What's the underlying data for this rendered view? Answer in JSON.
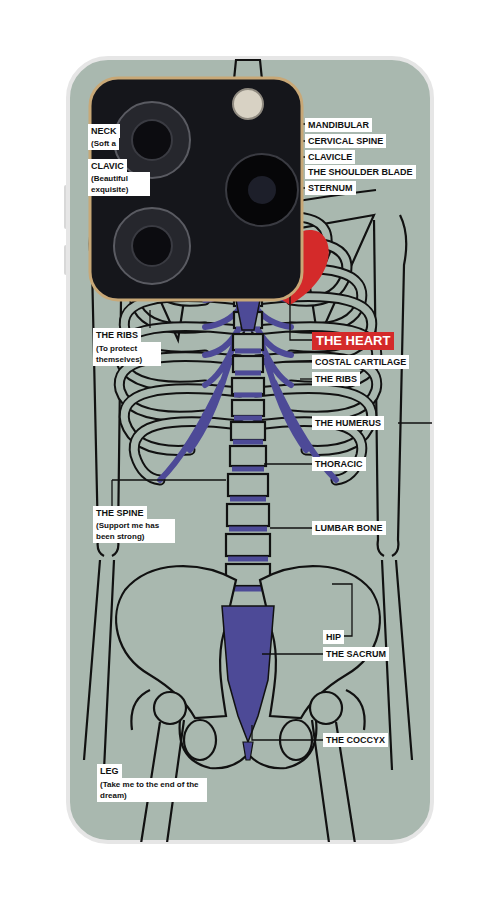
{
  "diagram": {
    "labels": [
      "NECK",
      "(Soft a",
      "MANDIBULAR",
      "CERVICAL SPINE",
      "CLAVIC",
      "(Beautiful exquisite)",
      "CLAVICLE",
      "THE SHOULDER BLADE",
      "STERNUM",
      "THE RIBS",
      "(To protect themselves)",
      "THE HEART",
      "COSTAL CARTILAGE",
      "THE RIBS",
      "THE HUMERUS",
      "THORACIC",
      "THE SPINE",
      "(Support me has been strong)",
      "LUMBAR BONE",
      "HIP",
      "THE SACRUM",
      "THE COCCYX",
      "LEG",
      "(Take me to the end of the dream)"
    ]
  }
}
